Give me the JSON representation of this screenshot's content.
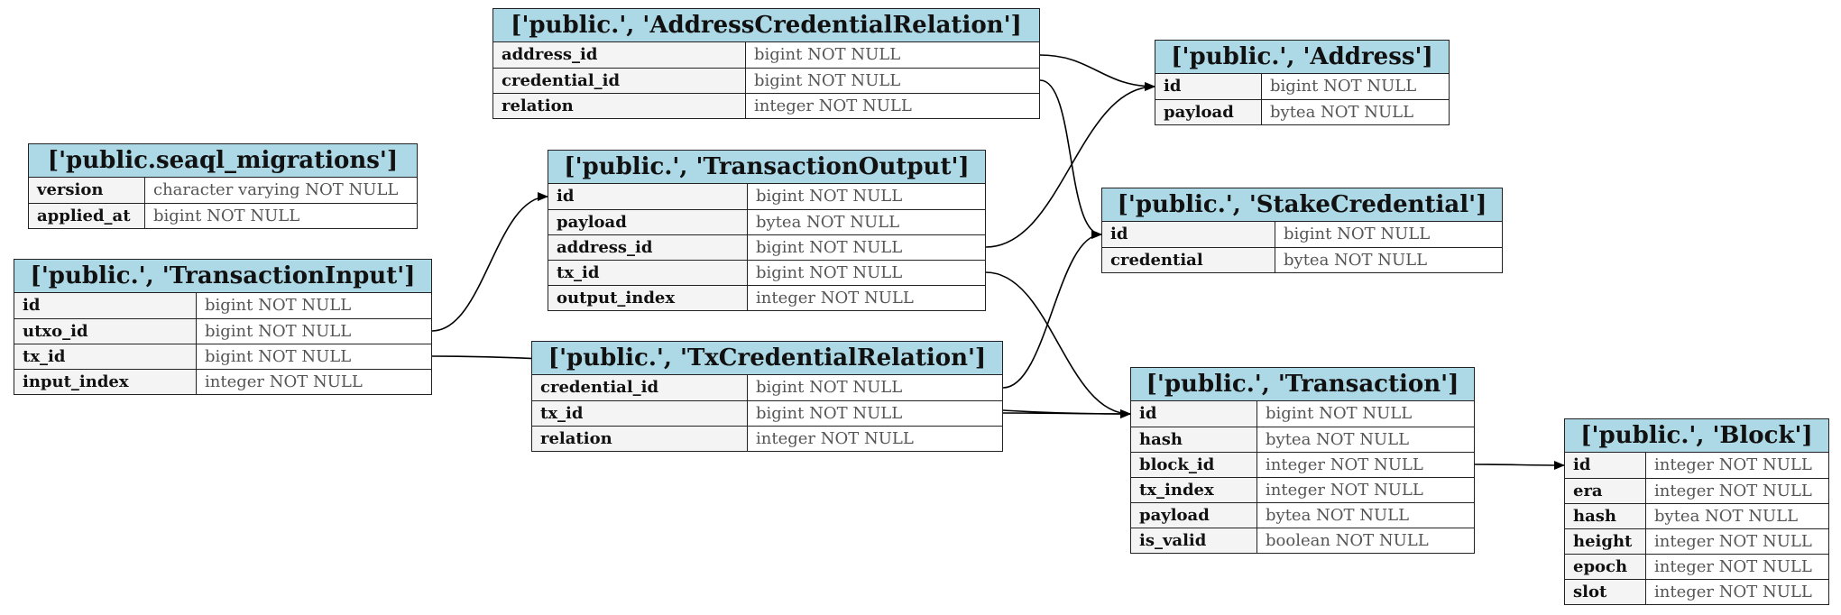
{
  "tables": {
    "seaql_migrations": {
      "title": "['public.seaql_migrations']",
      "rows": [
        {
          "name": "version",
          "type": "character varying NOT NULL"
        },
        {
          "name": "applied_at",
          "type": "bigint NOT NULL"
        }
      ]
    },
    "transaction_input": {
      "title": "['public.', 'TransactionInput']",
      "rows": [
        {
          "name": "id",
          "type": "bigint NOT NULL"
        },
        {
          "name": "utxo_id",
          "type": "bigint NOT NULL"
        },
        {
          "name": "tx_id",
          "type": "bigint NOT NULL"
        },
        {
          "name": "input_index",
          "type": "integer NOT NULL"
        }
      ]
    },
    "address_credential_relation": {
      "title": "['public.', 'AddressCredentialRelation']",
      "rows": [
        {
          "name": "address_id",
          "type": "bigint NOT NULL"
        },
        {
          "name": "credential_id",
          "type": "bigint NOT NULL"
        },
        {
          "name": "relation",
          "type": "integer NOT NULL"
        }
      ]
    },
    "transaction_output": {
      "title": "['public.', 'TransactionOutput']",
      "rows": [
        {
          "name": "id",
          "type": "bigint NOT NULL"
        },
        {
          "name": "payload",
          "type": "bytea NOT NULL"
        },
        {
          "name": "address_id",
          "type": "bigint NOT NULL"
        },
        {
          "name": "tx_id",
          "type": "bigint NOT NULL"
        },
        {
          "name": "output_index",
          "type": "integer NOT NULL"
        }
      ]
    },
    "tx_credential_relation": {
      "title": "['public.', 'TxCredentialRelation']",
      "rows": [
        {
          "name": "credential_id",
          "type": "bigint NOT NULL"
        },
        {
          "name": "tx_id",
          "type": "bigint NOT NULL"
        },
        {
          "name": "relation",
          "type": "integer NOT NULL"
        }
      ]
    },
    "address": {
      "title": "['public.', 'Address']",
      "rows": [
        {
          "name": "id",
          "type": "bigint NOT NULL"
        },
        {
          "name": "payload",
          "type": "bytea NOT NULL"
        }
      ]
    },
    "stake_credential": {
      "title": "['public.', 'StakeCredential']",
      "rows": [
        {
          "name": "id",
          "type": "bigint NOT NULL"
        },
        {
          "name": "credential",
          "type": "bytea NOT NULL"
        }
      ]
    },
    "transaction": {
      "title": "['public.', 'Transaction']",
      "rows": [
        {
          "name": "id",
          "type": "bigint NOT NULL"
        },
        {
          "name": "hash",
          "type": "bytea NOT NULL"
        },
        {
          "name": "block_id",
          "type": "integer NOT NULL"
        },
        {
          "name": "tx_index",
          "type": "integer NOT NULL"
        },
        {
          "name": "payload",
          "type": "bytea NOT NULL"
        },
        {
          "name": "is_valid",
          "type": "boolean NOT NULL"
        }
      ]
    },
    "block": {
      "title": "['public.', 'Block']",
      "rows": [
        {
          "name": "id",
          "type": "integer NOT NULL"
        },
        {
          "name": "era",
          "type": "integer NOT NULL"
        },
        {
          "name": "hash",
          "type": "bytea NOT NULL"
        },
        {
          "name": "height",
          "type": "integer NOT NULL"
        },
        {
          "name": "epoch",
          "type": "integer NOT NULL"
        },
        {
          "name": "slot",
          "type": "integer NOT NULL"
        }
      ]
    }
  },
  "relations": [
    {
      "from": "transaction_input.utxo_id",
      "to": "transaction_output.id"
    },
    {
      "from": "transaction_input.tx_id",
      "to": "transaction.id"
    },
    {
      "from": "address_credential_relation.address_id",
      "to": "address.id"
    },
    {
      "from": "address_credential_relation.credential_id",
      "to": "stake_credential.id"
    },
    {
      "from": "transaction_output.address_id",
      "to": "address.id"
    },
    {
      "from": "transaction_output.tx_id",
      "to": "transaction.id"
    },
    {
      "from": "tx_credential_relation.credential_id",
      "to": "stake_credential.id"
    },
    {
      "from": "tx_credential_relation.tx_id",
      "to": "transaction.id"
    },
    {
      "from": "transaction.block_id",
      "to": "block.id"
    }
  ]
}
